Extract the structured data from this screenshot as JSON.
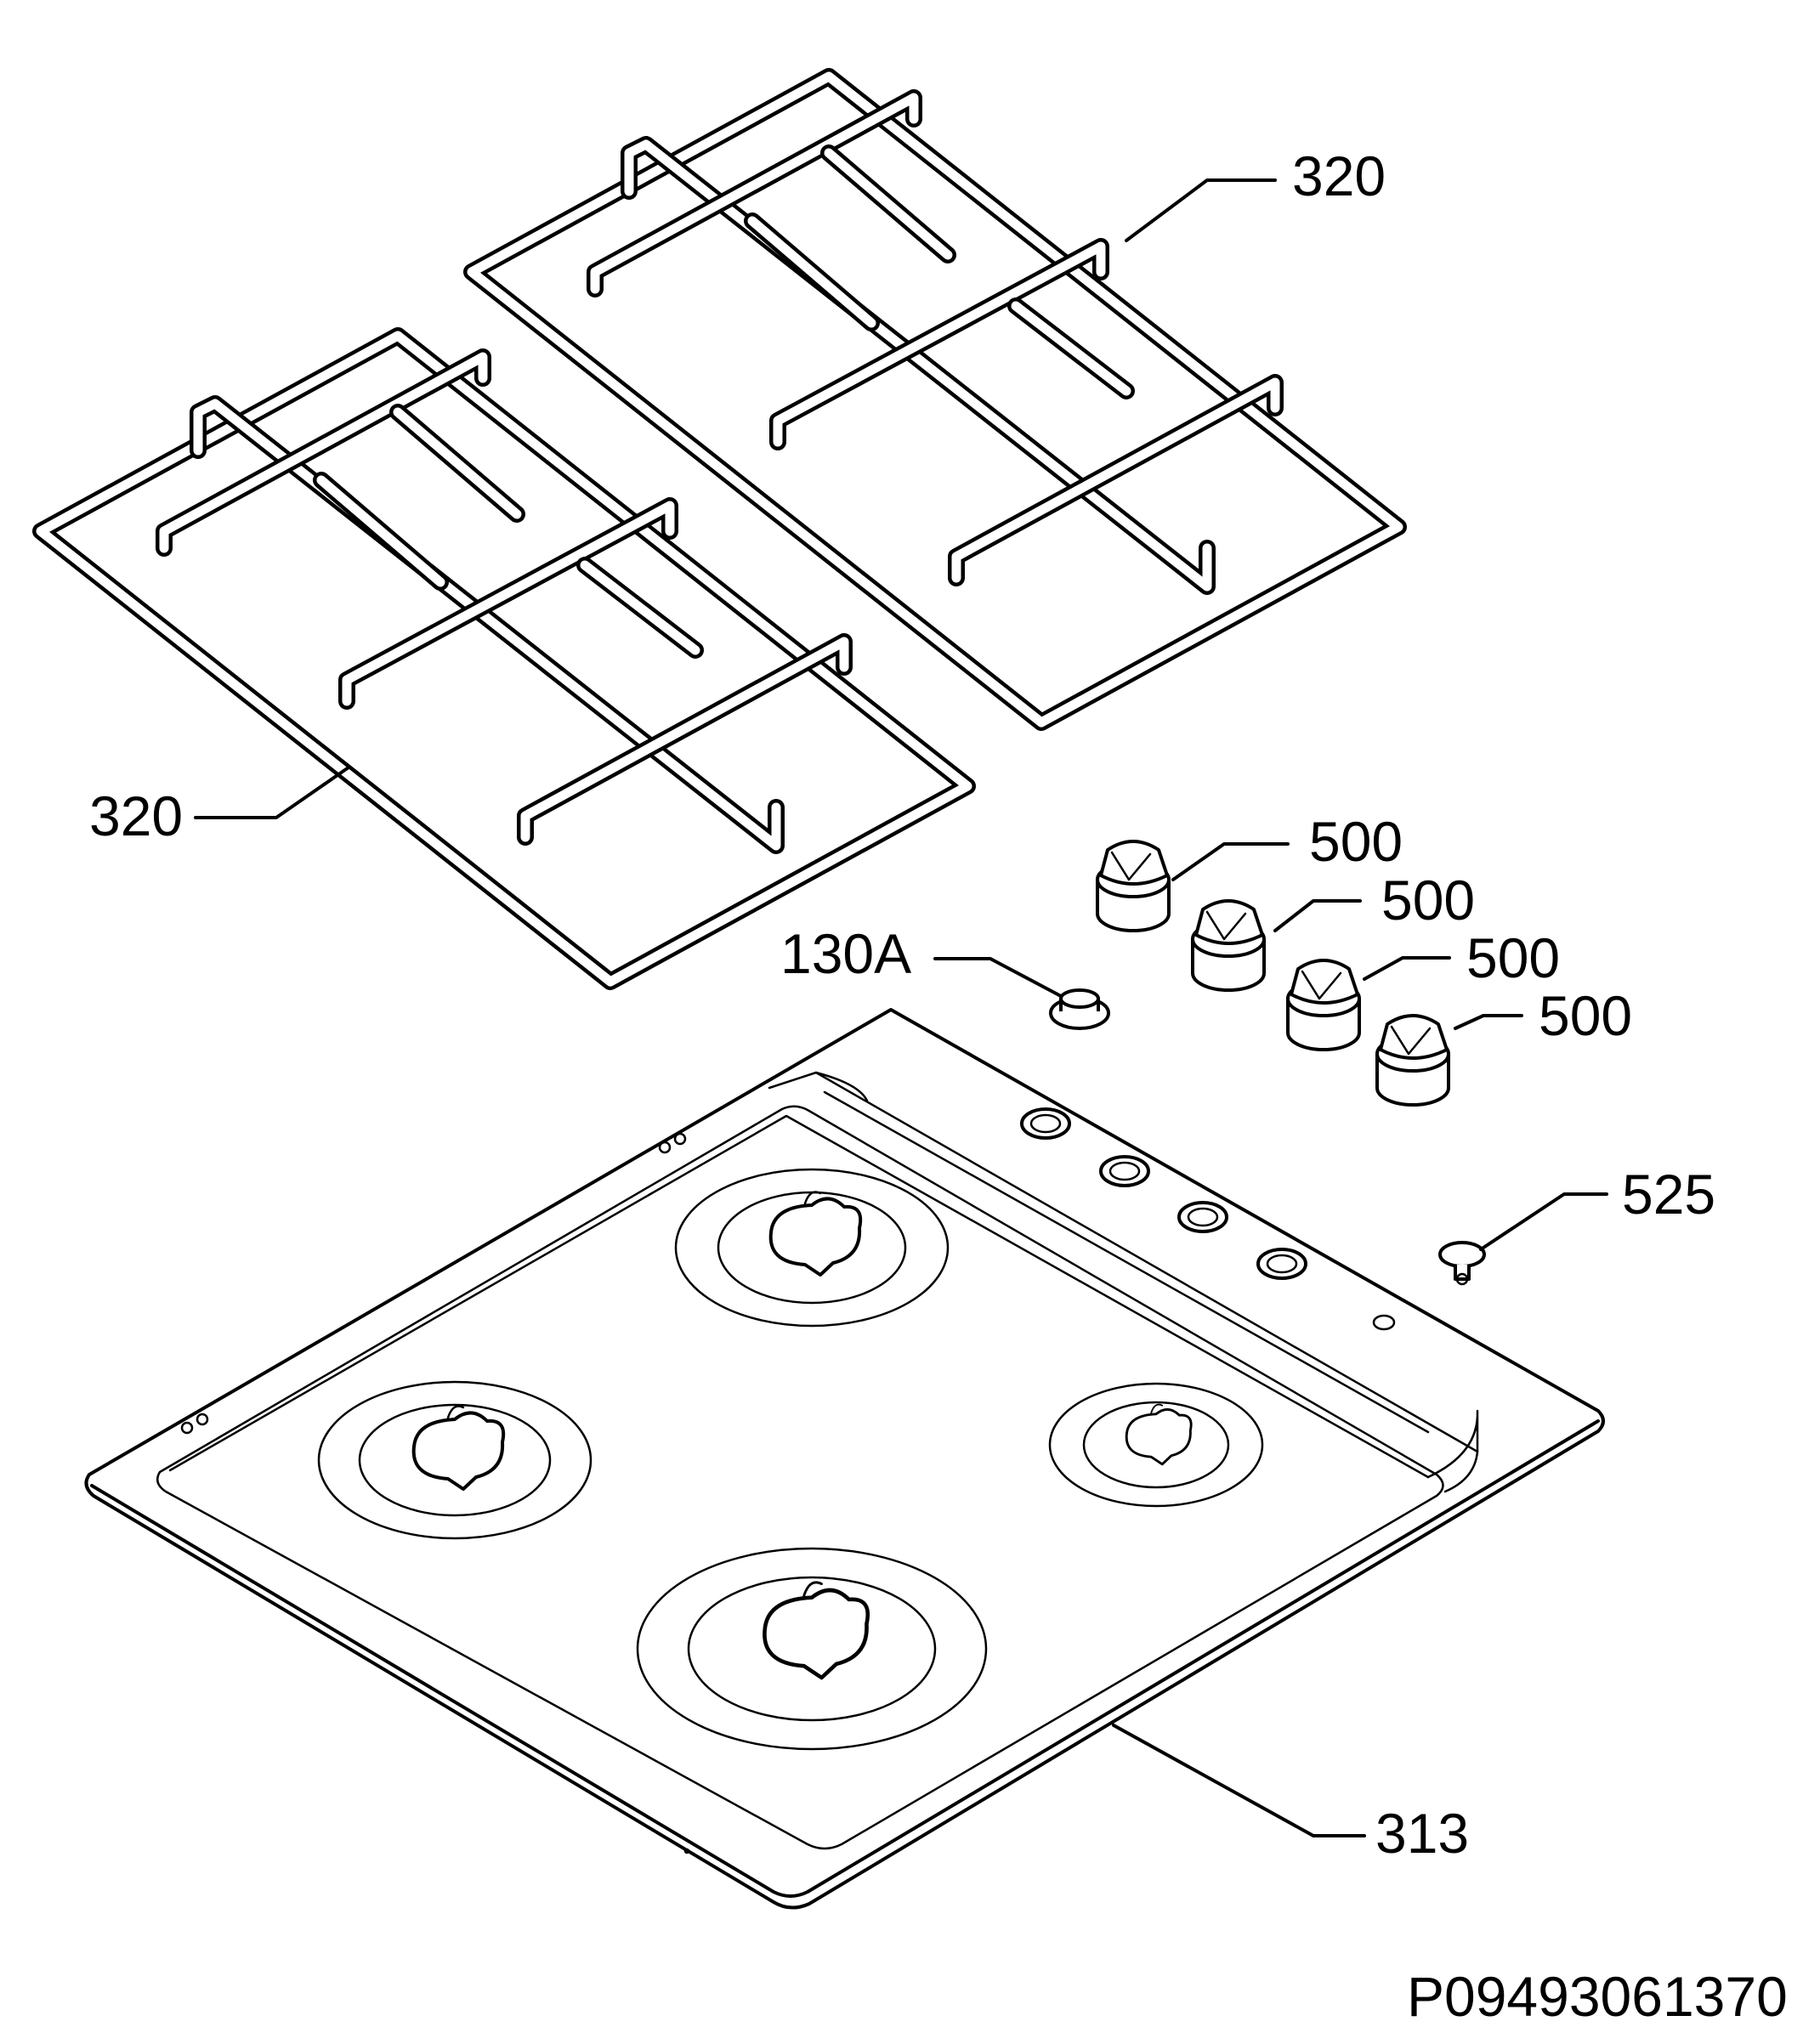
{
  "callouts": {
    "grate_top": "320",
    "grate_left": "320",
    "knob_1": "500",
    "knob_2": "500",
    "knob_3": "500",
    "knob_4": "500",
    "spark_button": "130A",
    "plug": "525",
    "hob_top": "313"
  },
  "drawing_code": "P09493061370"
}
